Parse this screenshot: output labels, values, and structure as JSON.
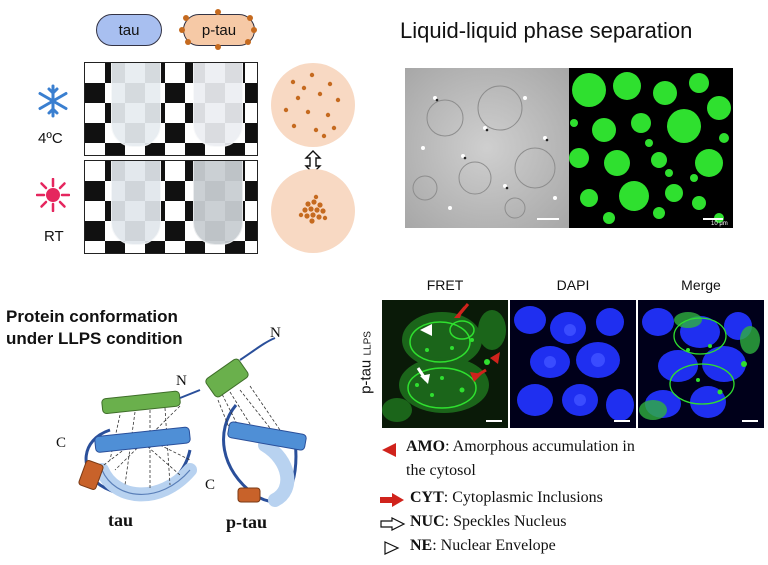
{
  "top_left": {
    "pill_tau": "tau",
    "pill_ptau": "p-tau",
    "cond_cold": "4ºC",
    "cond_rt": "RT"
  },
  "lle": {
    "title": "Liquid-liquid phase separation",
    "scale_text": "10 μm"
  },
  "conformation": {
    "title_line1": "Protein conformation",
    "title_line2": "under LLPS condition",
    "n_left": "N",
    "c_left": "C",
    "name_left": "tau",
    "n_right": "N",
    "c_right": "C",
    "name_right": "p-tau"
  },
  "microscopy": {
    "row_label": "p-tau",
    "row_sub": "LLPS",
    "panels": [
      "FRET",
      "DAPI",
      "Merge"
    ]
  },
  "legend": [
    {
      "abbr": "AMO",
      "text": ": Amorphous accumulation in"
    },
    {
      "abbr": "",
      "text": "the cytosol"
    },
    {
      "abbr": "CYT",
      "text": ": Cytoplasmic Inclusions"
    },
    {
      "abbr": "NUC",
      "text": ": Speckles Nucleus"
    },
    {
      "abbr": "NE",
      "text": ": Nuclear Envelope"
    }
  ],
  "colors": {
    "tau_pill": "#a8bff0",
    "ptau_pill": "#f6c9a6",
    "particle": "#c56a1f",
    "fret_green": "#2fe02f",
    "dapi_blue": "#1f2ff0",
    "arrow_red": "#d0231c",
    "helix_green": "#6ab04c",
    "helix_blue": "#4f8fd6",
    "helix_orange": "#c8622a"
  },
  "icons": [
    "snowflake-icon",
    "sun-icon",
    "double-arrow-icon"
  ]
}
